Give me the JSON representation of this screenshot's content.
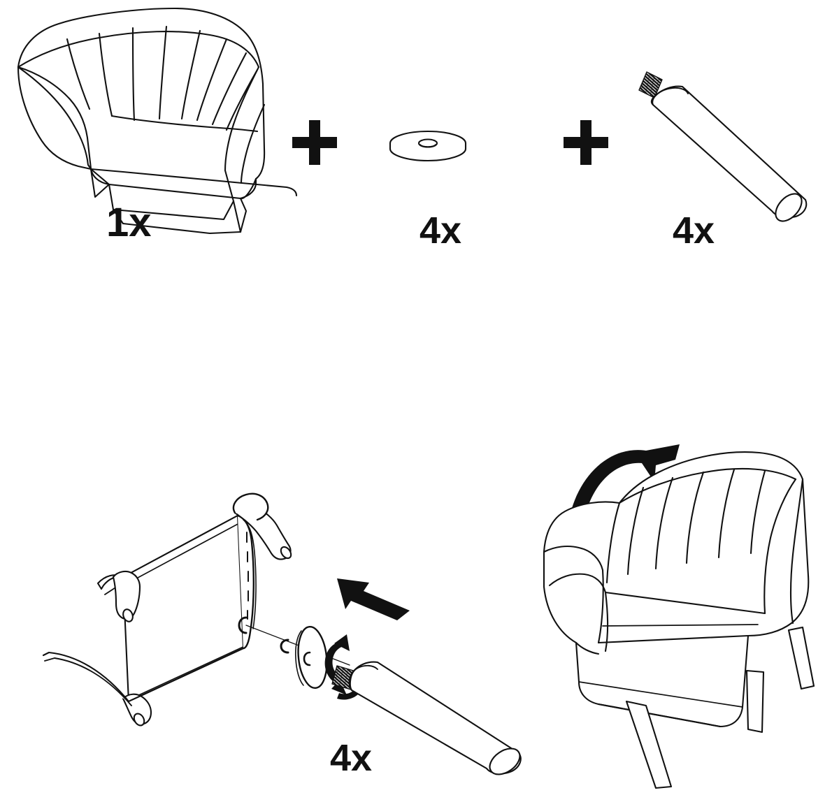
{
  "document": {
    "kind": "furniture-assembly-instructions",
    "product": "upholstered armchair with fluted back",
    "background_color": "#ffffff",
    "line_color": "#111111",
    "fill_color": "#ffffff"
  },
  "parts_row": {
    "items": [
      {
        "id": "chair-body",
        "icon_name": "armchair-body-illustration",
        "quantity_label": "1x"
      },
      {
        "id": "washer",
        "icon_name": "washer-disc-illustration",
        "quantity_label": "4x"
      },
      {
        "id": "leg",
        "icon_name": "tapered-leg-illustration",
        "quantity_label": "4x"
      }
    ],
    "operators": [
      {
        "id": "plus-1",
        "symbol": "+",
        "icon_name": "plus-sign-icon"
      },
      {
        "id": "plus-2",
        "symbol": "+",
        "icon_name": "plus-sign-icon"
      }
    ]
  },
  "steps": [
    {
      "id": "step-attach-legs",
      "icon_name": "chair-frame-underside-illustration",
      "quantity_label": "4x",
      "annotations": [
        {
          "id": "insert-arrow",
          "icon_name": "straight-arrow-icon",
          "direction": "up-left"
        },
        {
          "id": "tighten-arrow",
          "icon_name": "rotation-arrow-icon",
          "direction": "clockwise"
        },
        {
          "id": "alignment-line",
          "icon_name": "alignment-guide-line"
        }
      ]
    },
    {
      "id": "step-turn-upright",
      "icon_name": "finished-armchair-illustration",
      "annotations": [
        {
          "id": "flip-arrow",
          "icon_name": "curved-rotation-arrow-icon",
          "direction": "counter-clockwise-up"
        }
      ]
    }
  ]
}
